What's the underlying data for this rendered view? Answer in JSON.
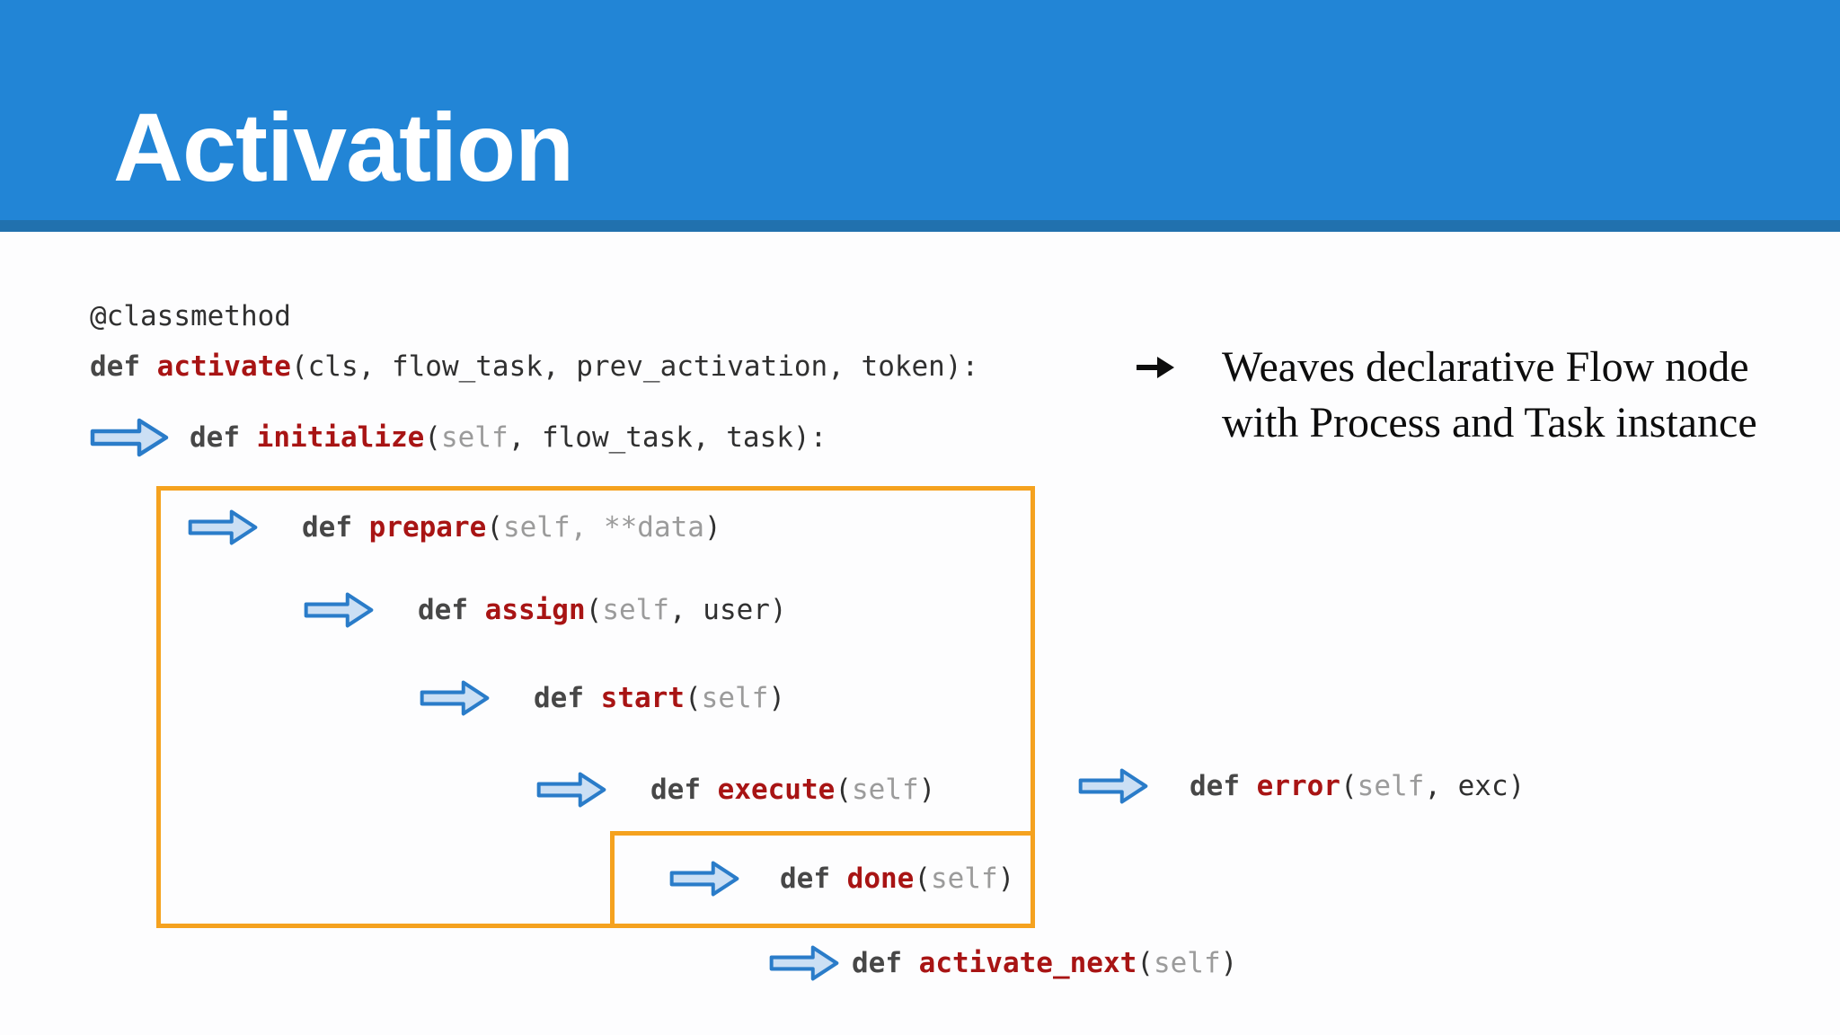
{
  "slide": {
    "title": "Activation"
  },
  "colors": {
    "header-bg": "#2285d6",
    "header-strip": "#2171ae",
    "box-orange": "#f5a21f",
    "arrow-fill": "#cbdff4",
    "arrow-stroke": "#2a7cc9",
    "code-keyword": "#474747",
    "code-name": "#a81414",
    "code-dark": "#303030",
    "code-gray": "#9b9b9b",
    "note-text": "#0d0d0d"
  },
  "icons": {
    "flow-arrow": "light-blue block arrow pointing right",
    "bullet-arrow": "solid black heavy right arrow"
  },
  "code": {
    "decorator": "@classmethod",
    "lines": {
      "activate": [
        {
          "text": "def ",
          "style": "kw"
        },
        {
          "text": "activate",
          "style": "fn"
        },
        {
          "text": "(cls, flow_task, prev_activation, token):",
          "style": "dk"
        }
      ],
      "initialize": [
        {
          "text": "def ",
          "style": "kw"
        },
        {
          "text": "initialize",
          "style": "fn"
        },
        {
          "text": "(",
          "style": "dk"
        },
        {
          "text": "self",
          "style": "gy"
        },
        {
          "text": ", flow_task, task):",
          "style": "dk"
        }
      ],
      "prepare": [
        {
          "text": "def ",
          "style": "kw"
        },
        {
          "text": "prepare",
          "style": "fn"
        },
        {
          "text": "(",
          "style": "dk"
        },
        {
          "text": "self, **data",
          "style": "gy"
        },
        {
          "text": ")",
          "style": "dk"
        }
      ],
      "assign": [
        {
          "text": "def ",
          "style": "kw"
        },
        {
          "text": "assign",
          "style": "fn"
        },
        {
          "text": "(",
          "style": "dk"
        },
        {
          "text": "self",
          "style": "gy"
        },
        {
          "text": ", user)",
          "style": "dk"
        }
      ],
      "start": [
        {
          "text": "def ",
          "style": "kw"
        },
        {
          "text": "start",
          "style": "fn"
        },
        {
          "text": "(",
          "style": "dk"
        },
        {
          "text": "self",
          "style": "gy"
        },
        {
          "text": ")",
          "style": "dk"
        }
      ],
      "execute": [
        {
          "text": "def ",
          "style": "kw"
        },
        {
          "text": "execute",
          "style": "fn"
        },
        {
          "text": "(",
          "style": "dk"
        },
        {
          "text": "self",
          "style": "gy"
        },
        {
          "text": ")",
          "style": "dk"
        }
      ],
      "error": [
        {
          "text": "def ",
          "style": "kw"
        },
        {
          "text": "error",
          "style": "fn"
        },
        {
          "text": "(",
          "style": "dk"
        },
        {
          "text": "self",
          "style": "gy"
        },
        {
          "text": ", exc)",
          "style": "dk"
        }
      ],
      "done": [
        {
          "text": "def ",
          "style": "kw"
        },
        {
          "text": "done",
          "style": "fn"
        },
        {
          "text": "(",
          "style": "dk"
        },
        {
          "text": "self",
          "style": "gy"
        },
        {
          "text": ")",
          "style": "dk"
        }
      ],
      "activate_next": [
        {
          "text": "def ",
          "style": "kw"
        },
        {
          "text": "activate_next",
          "style": "fn"
        },
        {
          "text": "(",
          "style": "dk"
        },
        {
          "text": "self",
          "style": "gy"
        },
        {
          "text": ")",
          "style": "dk"
        }
      ]
    }
  },
  "note": {
    "line1": "Weaves declarative Flow node",
    "line2": "with Process and Task instance"
  }
}
